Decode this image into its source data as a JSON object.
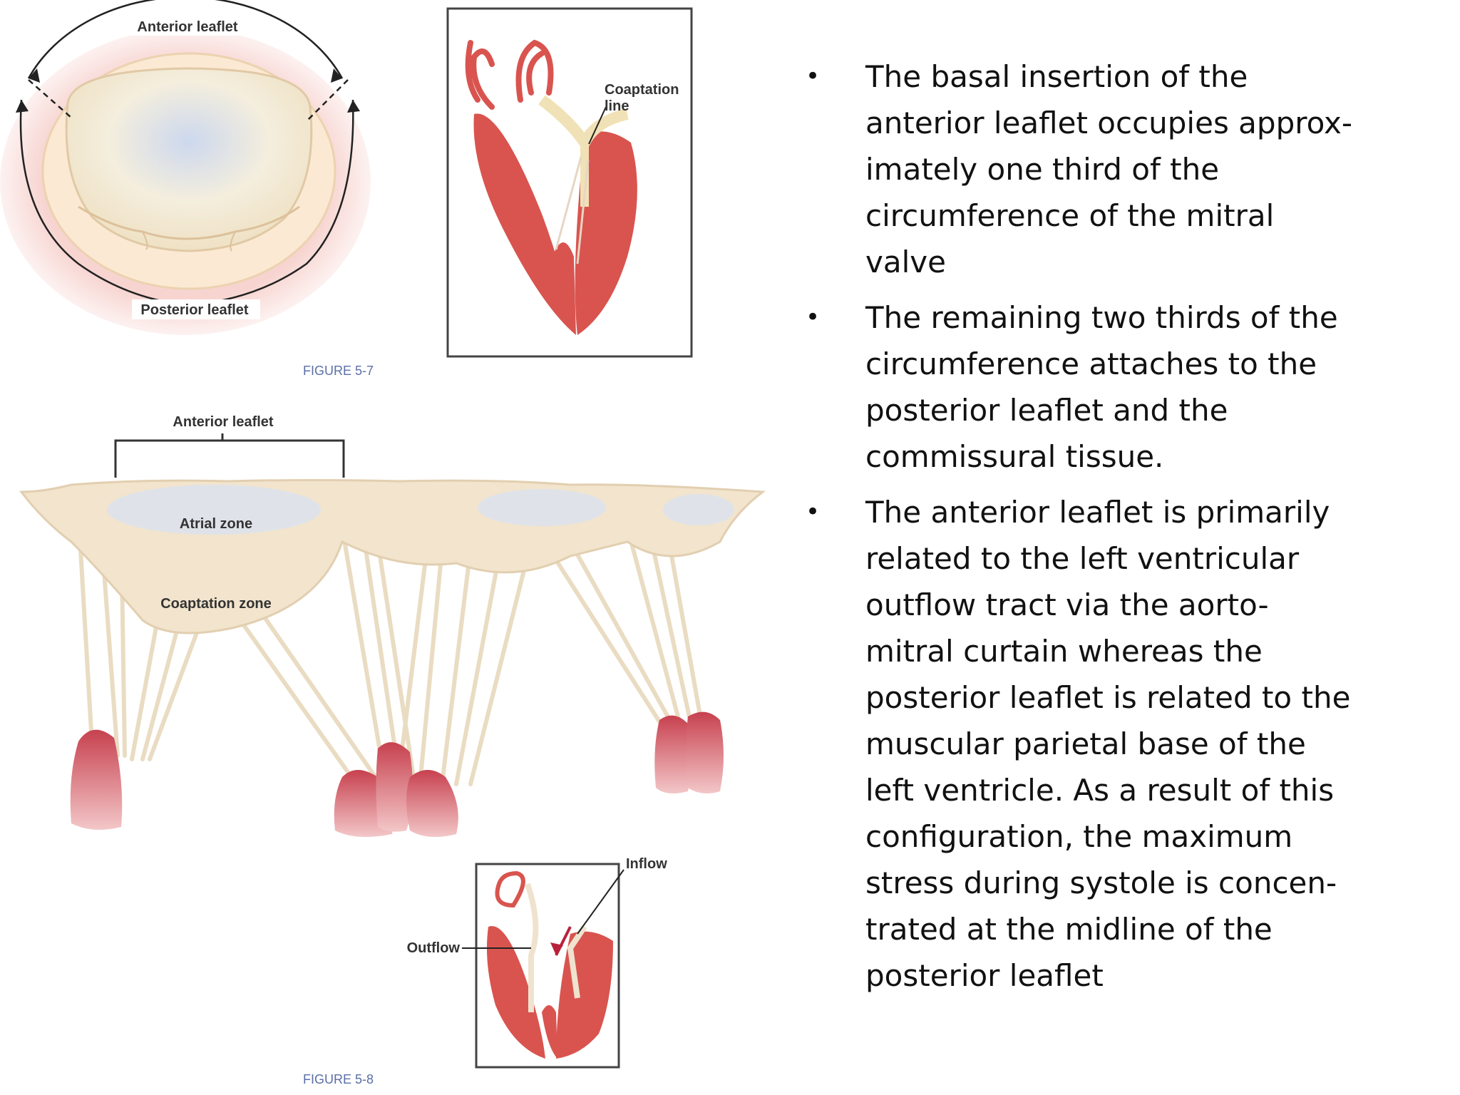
{
  "figures": {
    "fig57": {
      "caption": "FIGURE 5-7",
      "labels": {
        "anterior": "Anterior leaflet",
        "posterior": "Posterior leaflet",
        "coaptation_line1": "Coaptation",
        "coaptation_line2": "line"
      }
    },
    "fig58": {
      "caption": "FIGURE 5-8",
      "labels": {
        "anterior": "Anterior leaflet",
        "atrial": "Atrial zone",
        "coaptation": "Coaptation zone",
        "inflow": "Inflow",
        "outflow": "Outflow"
      }
    }
  },
  "bullets": [
    "The basal insertion of the\nanterior leaflet occupies approx-\nimately one third of the\ncircumference of the mitral\nvalve",
    "The remaining two thirds of the\ncircumference attaches to the\nposterior leaflet and the\ncommissural tissue.",
    "The anterior leaflet is primarily\nrelated to the left ventricular\noutflow tract via the aorto-\nmitral curtain whereas the\nposterior leaflet is related to the\nmuscular parietal base of the\nleft ventricle. As a result of this\nconfiguration, the maximum\nstress during systole is concen-\ntrated at the midline of the\nposterior leaflet"
  ],
  "bullet_symbol": "•",
  "colors": {
    "muscle": "#d9544f",
    "leaflet": "#efe3cf",
    "annulus": "#f2b8b8"
  }
}
